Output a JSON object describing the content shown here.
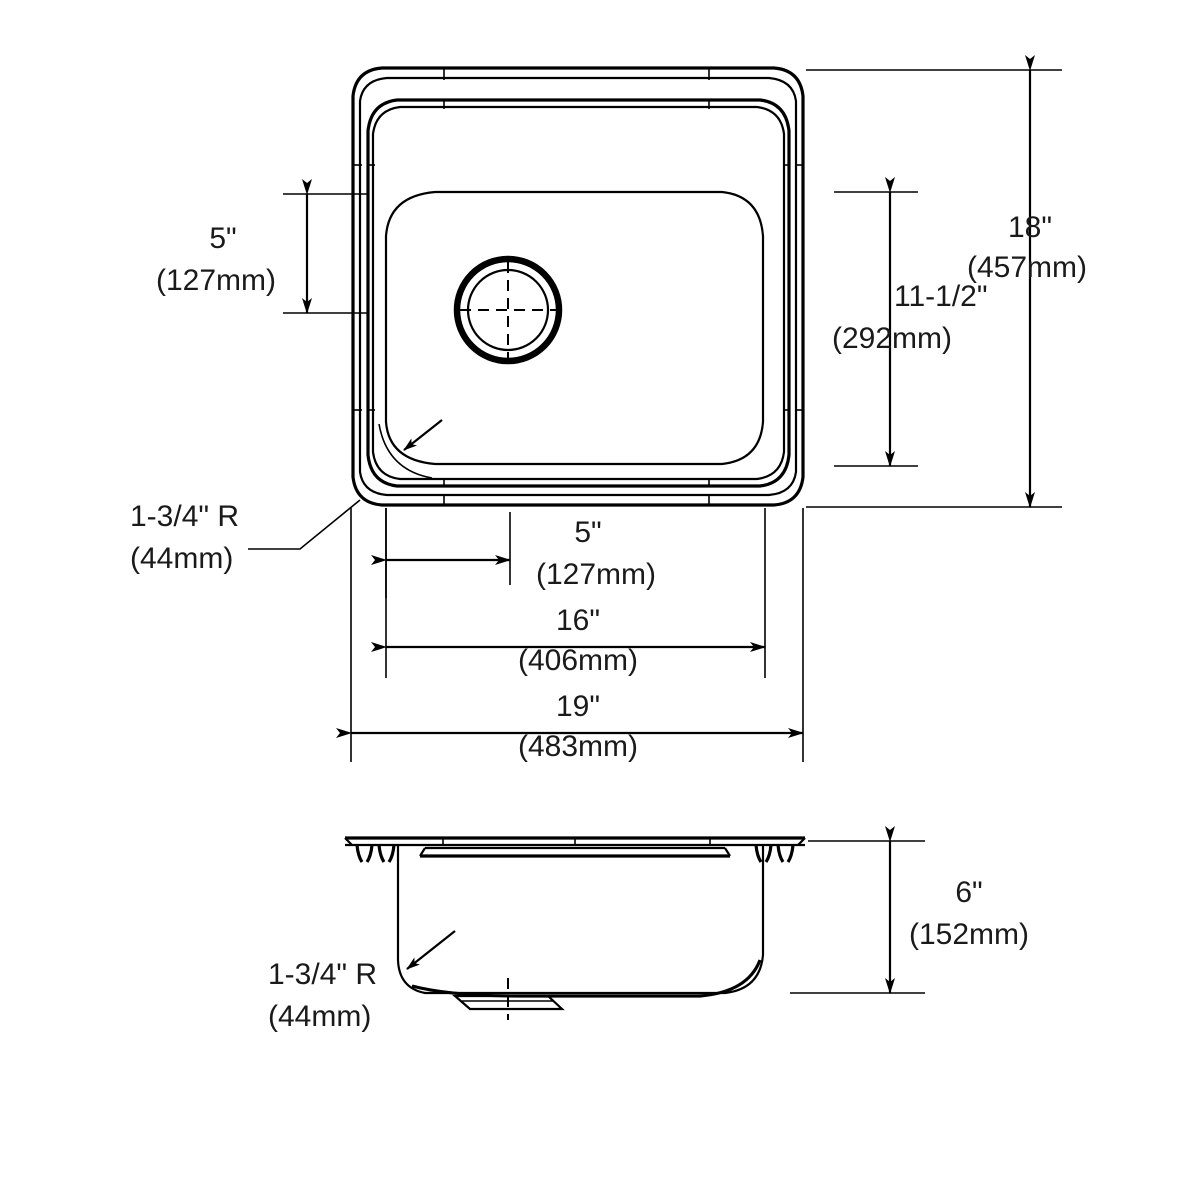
{
  "document": {
    "type": "technical-drawing",
    "subject": "single-bowl-drop-in-sink",
    "views": [
      "top-view",
      "side-section-view"
    ],
    "line_color": "#000000",
    "background_color": "#ffffff",
    "text_color": "#1a1a1a"
  },
  "top_view": {
    "name": "top-view",
    "dimensions": {
      "bowl_offset_top": {
        "name": "bowl-offset-top-dimension",
        "imperial": "5\"",
        "metric": "(127mm)",
        "orientation": "vertical",
        "side": "left"
      },
      "bowl_offset_left": {
        "name": "bowl-offset-left-dimension",
        "imperial": "5\"",
        "metric": "(127mm)",
        "orientation": "horizontal",
        "side": "bottom"
      },
      "bowl_height": {
        "name": "bowl-height-dimension",
        "imperial": "11-1/2\"",
        "metric": "(292mm)",
        "orientation": "vertical",
        "side": "right"
      },
      "overall_height": {
        "name": "overall-height-dimension",
        "imperial": "18\"",
        "metric": "(457mm)",
        "orientation": "vertical",
        "side": "right"
      },
      "bowl_width": {
        "name": "bowl-width-dimension",
        "imperial": "16\"",
        "metric": "(406mm)",
        "orientation": "horizontal",
        "side": "bottom"
      },
      "overall_width": {
        "name": "overall-width-dimension",
        "imperial": "19\"",
        "metric": "(483mm)",
        "orientation": "horizontal",
        "side": "bottom"
      },
      "corner_radius": {
        "name": "corner-radius-callout",
        "imperial": "1-3/4\" R",
        "metric": "(44mm)",
        "type": "leader-callout"
      }
    },
    "features": {
      "drain": {
        "name": "drain-opening",
        "shape": "concentric-circles",
        "centerlines": true
      }
    }
  },
  "side_view": {
    "name": "side-section-view",
    "dimensions": {
      "bowl_depth": {
        "name": "bowl-depth-dimension",
        "imperial": "6\"",
        "metric": "(152mm)",
        "orientation": "vertical",
        "side": "right"
      },
      "corner_radius": {
        "name": "corner-radius-callout",
        "imperial": "1-3/4\" R",
        "metric": "(44mm)",
        "type": "leader-callout"
      }
    },
    "features": {
      "rim": {
        "name": "sink-rim",
        "description": "flat mounting rim"
      },
      "clips": {
        "name": "mounting-clips",
        "count": 4
      },
      "drain_boss": {
        "name": "drain-boss",
        "description": "recessed drain area at bowl bottom"
      }
    }
  }
}
